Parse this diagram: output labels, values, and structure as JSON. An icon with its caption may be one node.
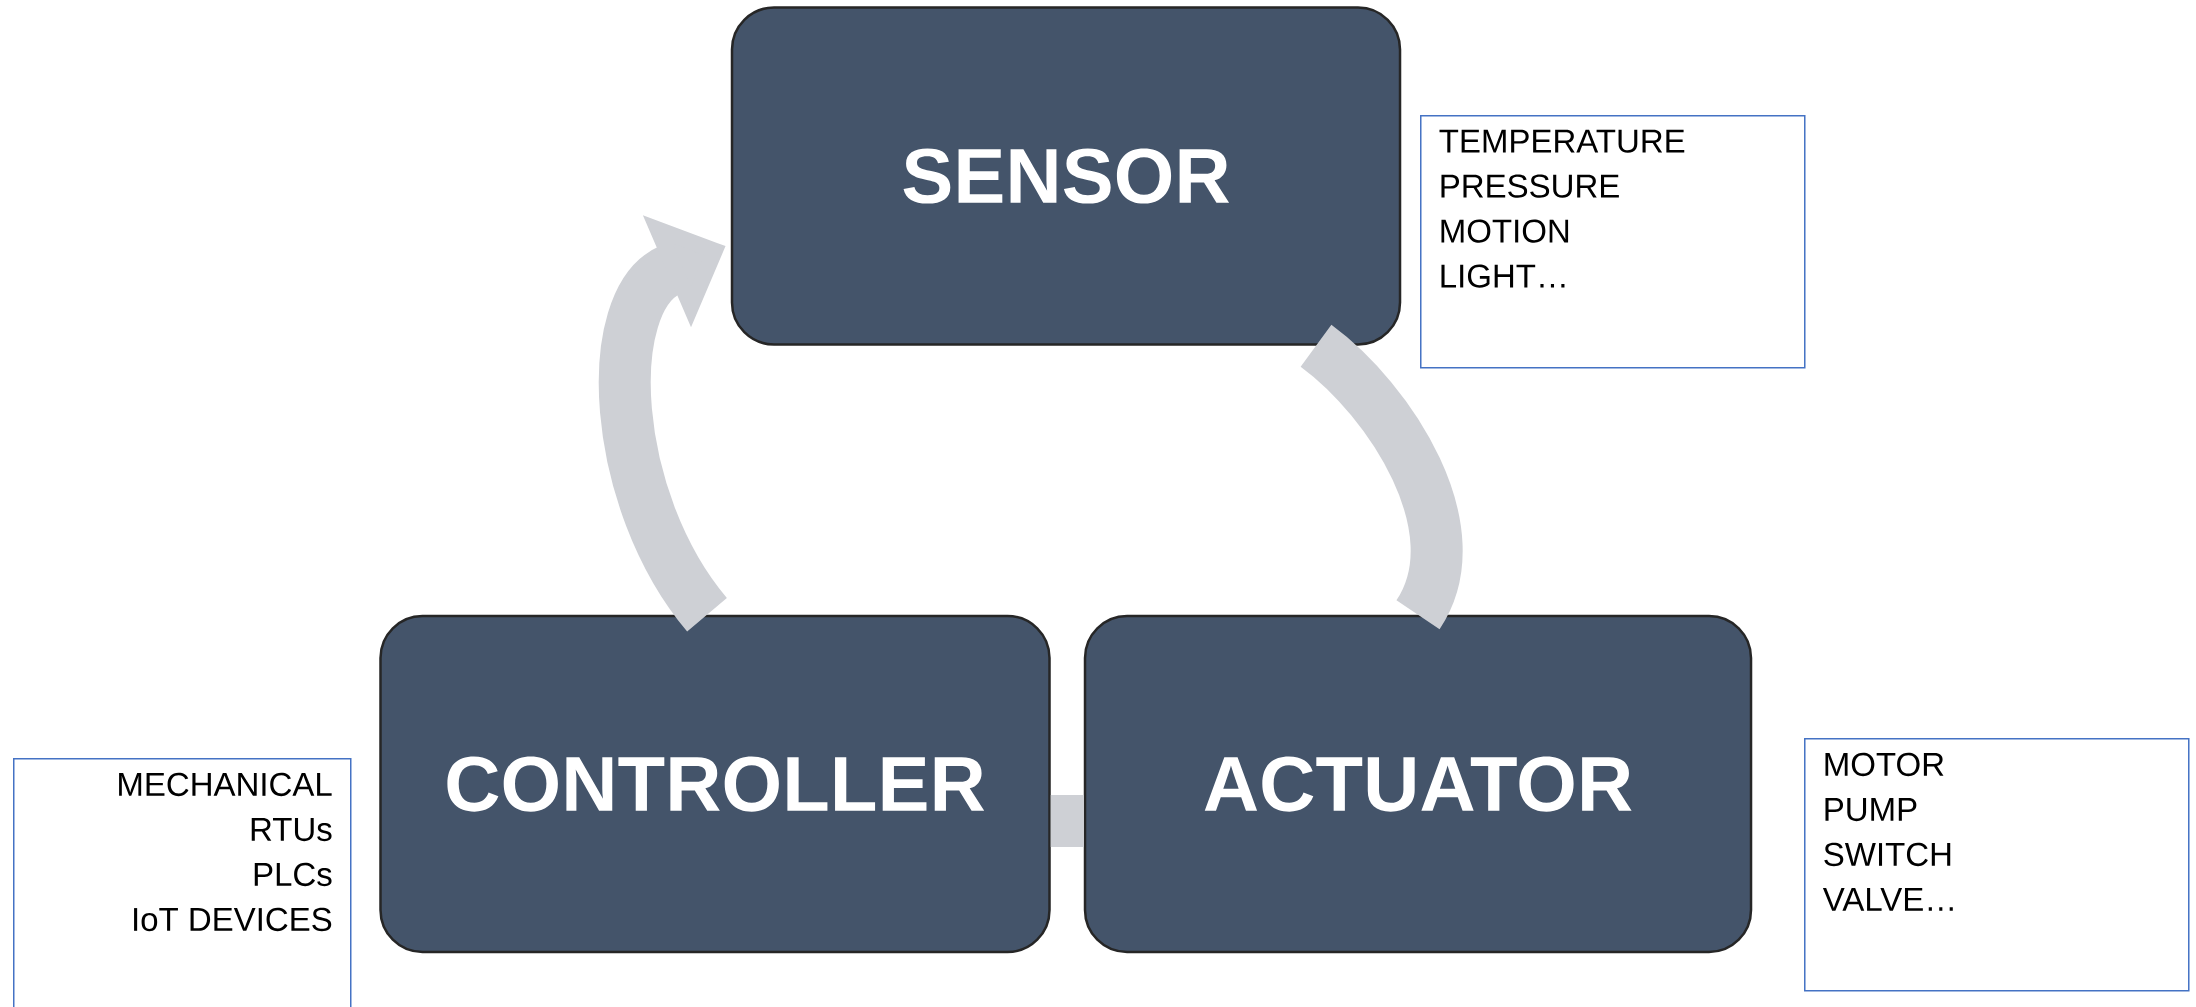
{
  "diagram": {
    "nodes": [
      {
        "text": [
          "SENSOR"
        ]
      },
      {
        "text": [
          "TEMPERATURE",
          "PRESSURE",
          "MOTION",
          "LIGHT…"
        ]
      },
      {
        "text": [
          "CONTROLLER"
        ]
      },
      {
        "text": [
          "ACTUATOR"
        ]
      },
      {
        "text": [
          "MECHANICAL",
          "RTUs",
          "PLCs",
          "IoT DEVICES"
        ]
      },
      {
        "text": [
          "MOTOR",
          "PUMP",
          "SWITCH",
          "VALVE…"
        ]
      }
    ],
    "edges": [
      {
        "from": 0,
        "to": 3,
        "arrow": "none"
      },
      {
        "from": 3,
        "to": 2,
        "arrow": "none"
      },
      {
        "from": 2,
        "to": 0,
        "arrow": "to"
      }
    ]
  }
}
